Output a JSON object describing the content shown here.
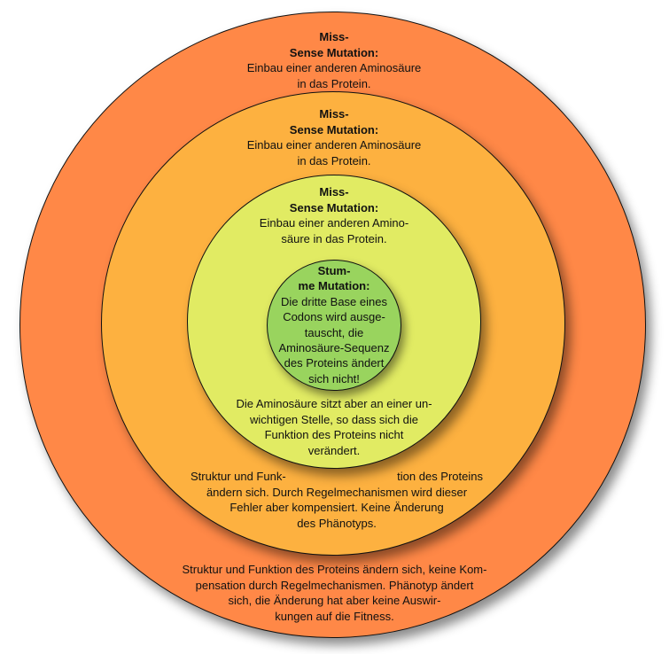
{
  "colors": {
    "outer_ring": "#FF8847",
    "second_ring": "#FDB140",
    "third_ring": "#E1EB63",
    "inner_circle": "#99D45E",
    "outline": "#111111"
  },
  "rings": {
    "outer": {
      "top_title_1": "Miss-",
      "top_title_2": "Sense Mutation:",
      "top_lines": [
        "Einbau einer anderen Aminosäure",
        "in das Protein."
      ],
      "bottom_lines": [
        "Struktur und Funktion des Proteins ändern sich, keine Kom-",
        "pensation durch Regelmechanismen. Phänotyp ändert",
        "sich, die Änderung hat aber keine Auswir-",
        "kungen auf die Fitness."
      ]
    },
    "second": {
      "top_title_1": "Miss-",
      "top_title_2": "Sense Mutation:",
      "top_lines": [
        "Einbau einer anderen Aminosäure",
        "in das Protein."
      ],
      "bottom_first_left": "Struktur und Funk-",
      "bottom_first_right": "tion des Proteins",
      "bottom_lines": [
        "ändern sich. Durch Regelmechanismen wird dieser",
        "Fehler aber kompensiert. Keine Änderung",
        "des Phänotyps."
      ]
    },
    "third": {
      "top_title_1": "Miss-",
      "top_title_2": "Sense Mutation:",
      "top_lines": [
        "Einbau einer anderen Amino-",
        "säure in das Protein."
      ],
      "bottom_lines": [
        "Die Aminosäure sitzt aber an einer un-",
        "wichtigen Stelle, so dass sich die",
        "Funktion des Proteins nicht",
        "verändert."
      ]
    },
    "inner": {
      "title_1": "Stum-",
      "title_2": "me Mutation:",
      "lines": [
        "Die dritte Base eines",
        "Codons wird ausge-",
        "tauscht, die",
        "Aminosäure-Sequenz",
        "des Proteins ändert",
        "sich nicht!"
      ]
    }
  }
}
